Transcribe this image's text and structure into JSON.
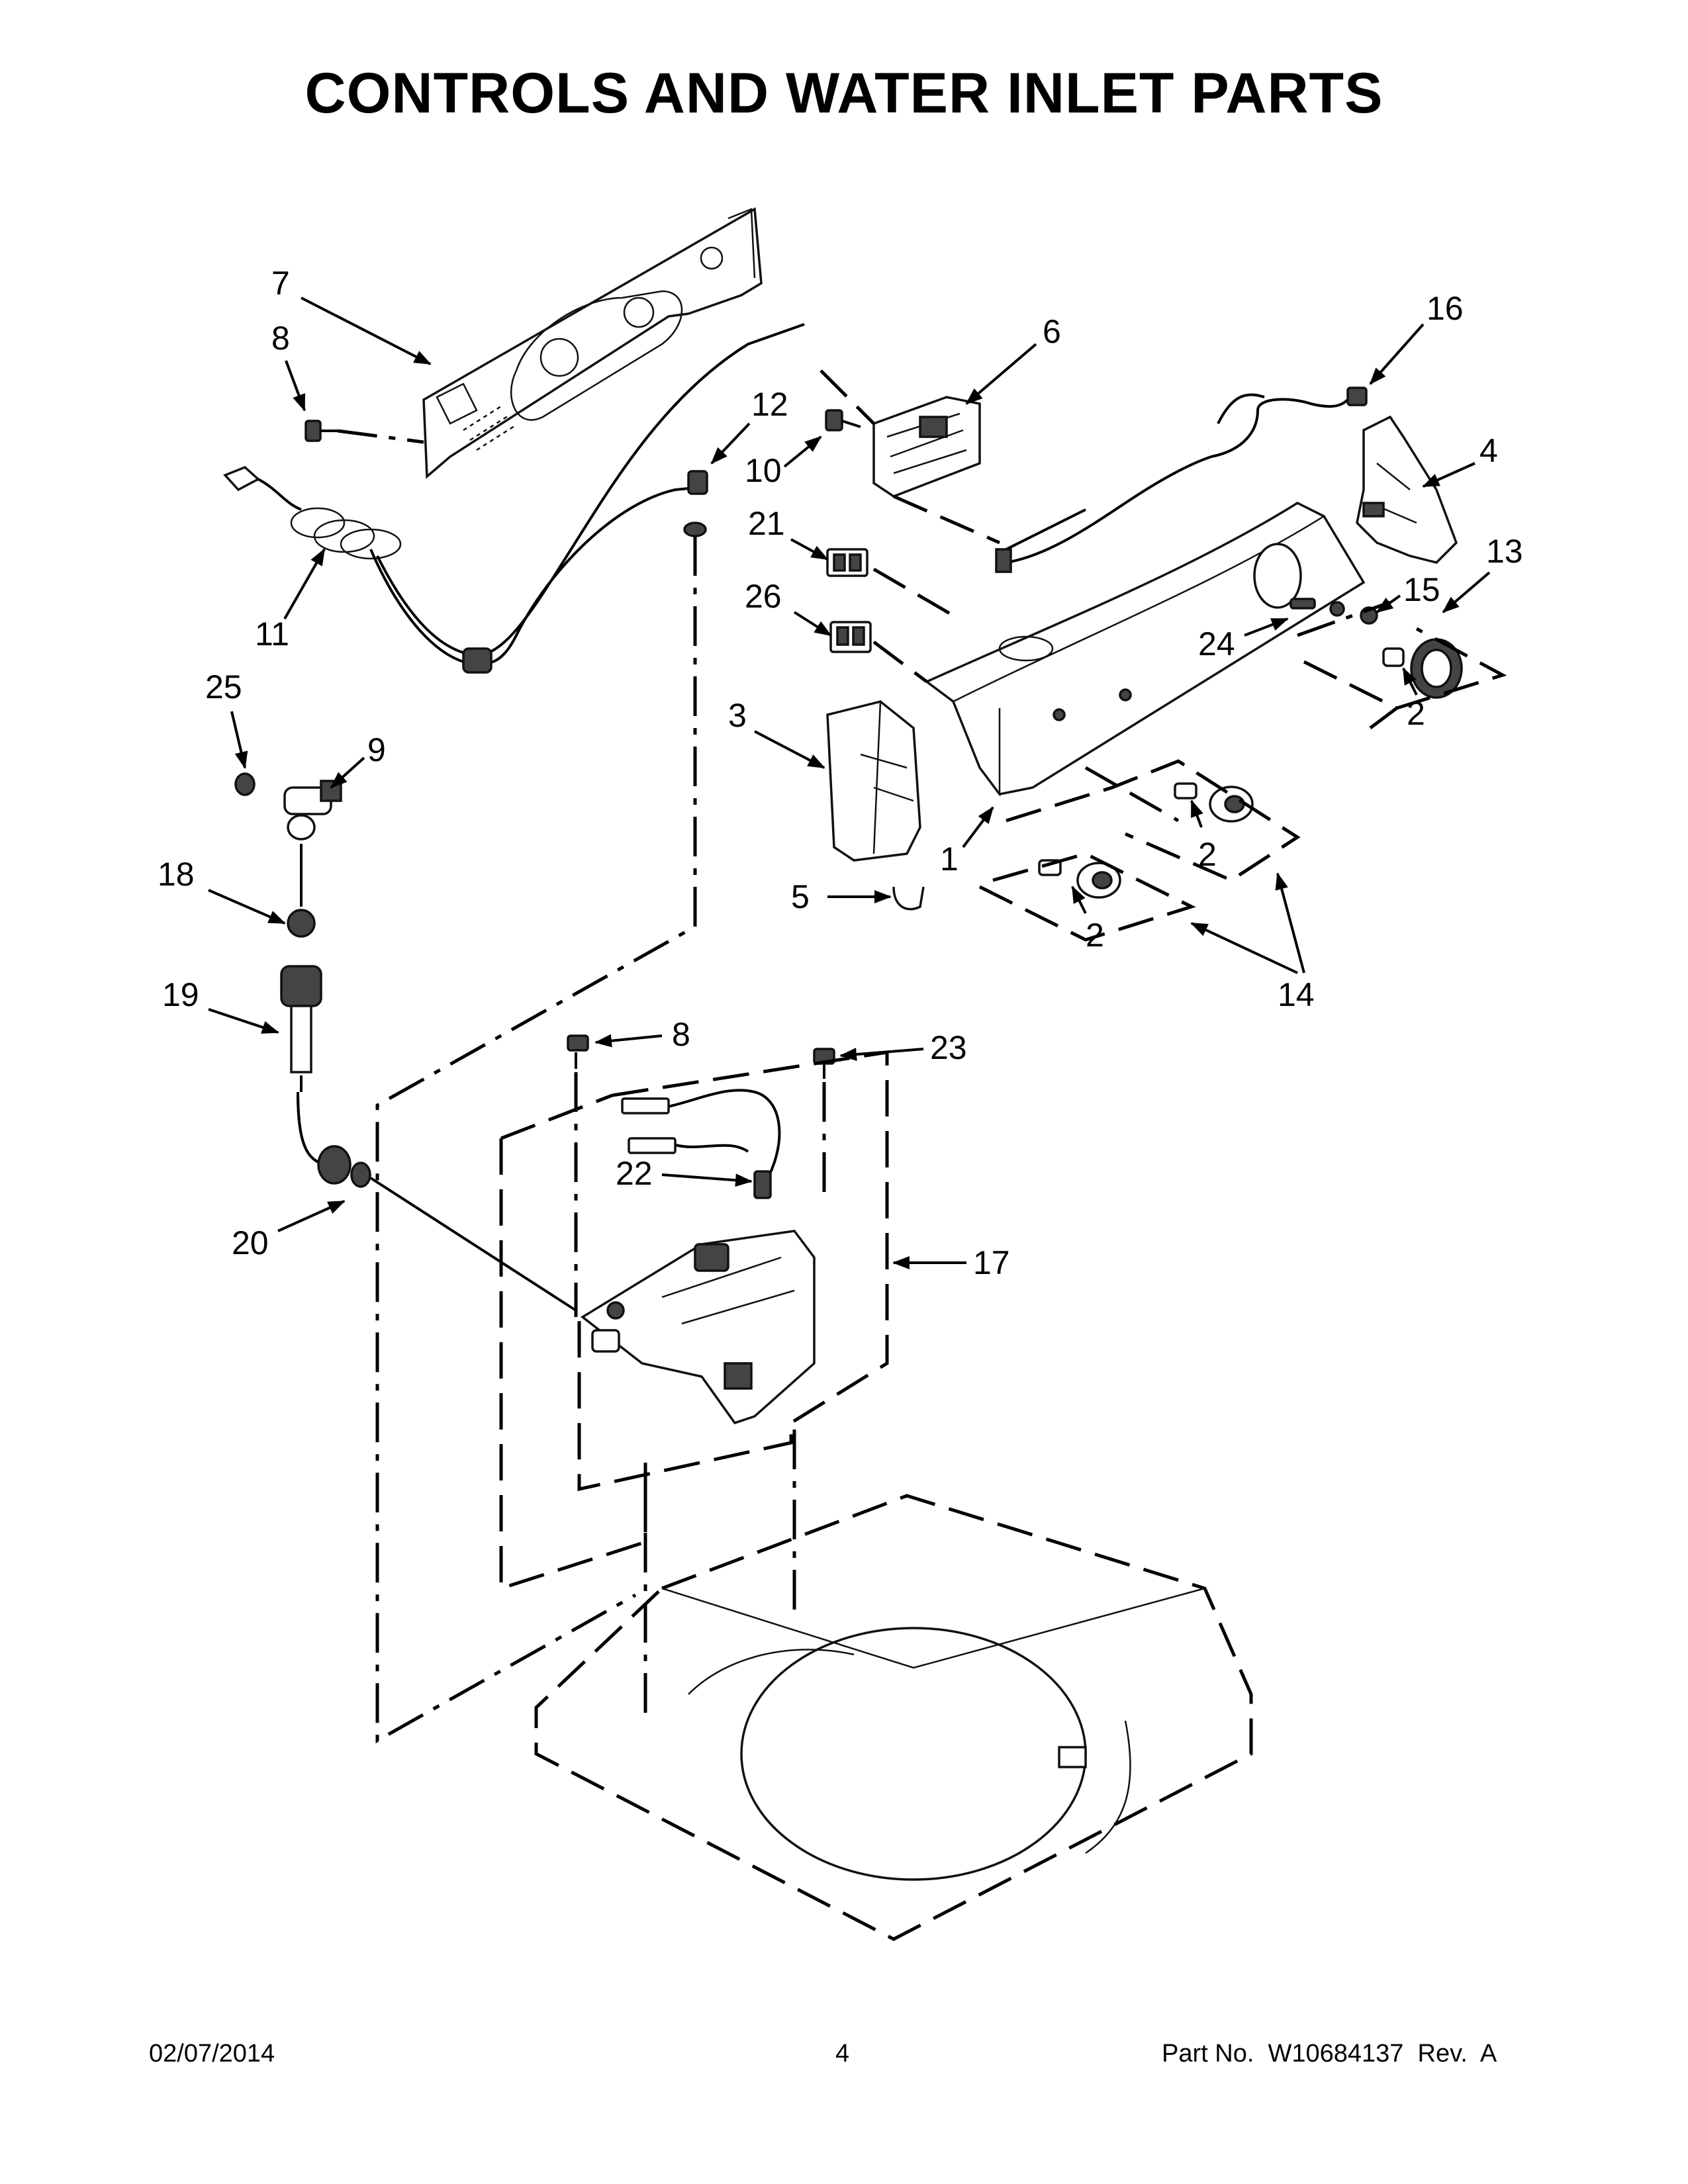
{
  "title": "CONTROLS AND WATER INLET PARTS",
  "footer": {
    "date": "02/07/2014",
    "page_number": "4",
    "part_number": "Part No.  W10684137  Rev.  A"
  },
  "callouts": [
    "7",
    "8",
    "6",
    "16",
    "12",
    "10",
    "4",
    "11",
    "21",
    "13",
    "26",
    "15",
    "24",
    "25",
    "9",
    "3",
    "2",
    "1",
    "2",
    "18",
    "5",
    "2",
    "19",
    "14",
    "8",
    "23",
    "22",
    "17",
    "20"
  ]
}
